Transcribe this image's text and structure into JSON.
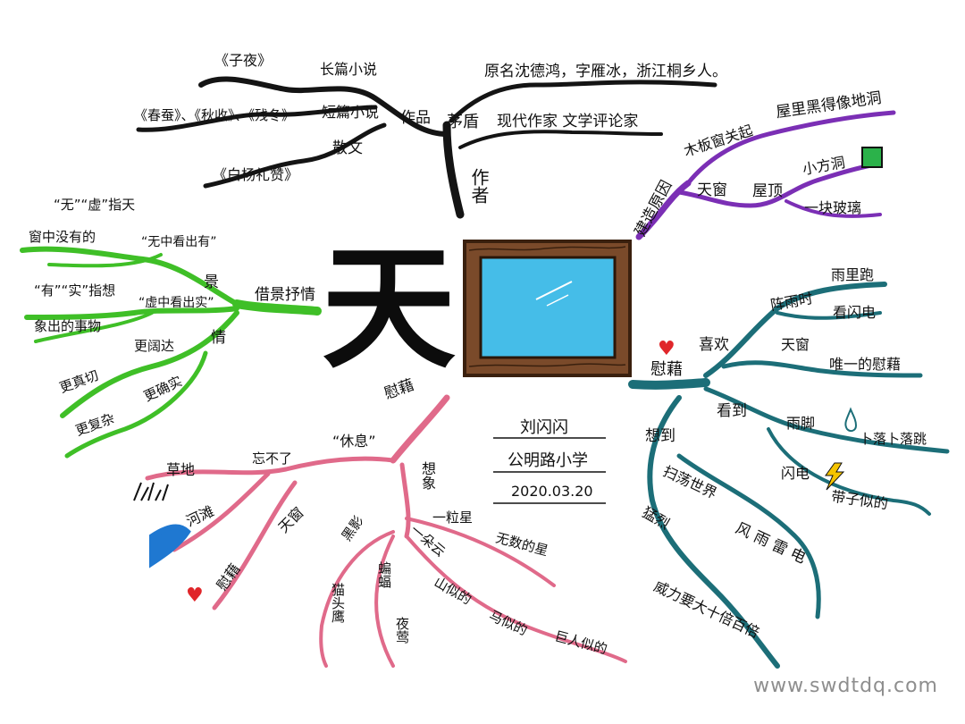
{
  "center": {
    "title": "天"
  },
  "colors": {
    "black": "#141414",
    "purple": "#7b2fb5",
    "green": "#3fbf27",
    "teal": "#1c6e78",
    "pink": "#e06a8a",
    "frame": "#7a4a2a",
    "sky": "#45bde8"
  },
  "info": {
    "author": "刘闪闪",
    "school": "公明路小学",
    "date": "2020.03.20"
  },
  "author_branch": {
    "root": "作者",
    "intro": "茅盾",
    "identity": "原名沈德鸿，字雁冰，浙江桐乡人。",
    "titles": "现代作家 文学评论家",
    "works": "作品",
    "novel": "长篇小说",
    "midnight": "《子夜》",
    "short": "短篇小说",
    "short_titles": "《春蚕》、《秋收》、《残冬》",
    "essay": "散文",
    "essay_title": "《白杨礼赞》"
  },
  "reason_branch": {
    "root": "建造原因",
    "cause": "木板窗关起",
    "effect": "屋里黑得像地洞",
    "window": "天窗",
    "roof": "屋顶",
    "hole": "小方洞",
    "glass": "一块玻璃"
  },
  "scene_branch": {
    "root": "借景抒情",
    "scene": "景",
    "feeling": "情",
    "virtual_label": "“无”“虚”指天",
    "virtual_desc": "窗中没有的",
    "virtual_imagine": "“无中看出有”",
    "real_label": "“有”“实”指想",
    "real_desc": "象出的事物",
    "real_imagine": "“虚中看出实”",
    "broad": "更阔达",
    "true": "更真切",
    "rich": "更复杂",
    "vivid": "更确实"
  },
  "comfort_branch": {
    "root": "慰藉",
    "like": "喜欢",
    "rain_time": "阵雨时",
    "rain_run": "雨里跑",
    "lightning_watch": "看闪电",
    "skywin": "天窗",
    "only_comfort": "唯一的慰藉",
    "see": "看到",
    "raindrops": "雨脚",
    "bounce": "卜落卜落跳",
    "lightning": "闪电",
    "snake": "带子似的",
    "think": "想到",
    "sweep": "扫荡世界",
    "fierce": "猛烈",
    "wind_rain": "风 雨 雷 电",
    "power": "威力要大十倍百倍"
  },
  "rest_branch": {
    "root": "慰藉",
    "rest": "“休息”",
    "forget": "忘不了",
    "grass": "草地",
    "river": "河滩",
    "skywin": "天窗",
    "comfort": "慰藉",
    "imagine": "想象",
    "star": "一粒星",
    "countless": "无数的星",
    "cloud": "一朵云",
    "mountain": "山似的",
    "horse": "马似的",
    "giant": "巨人似的",
    "black_shadow": "黑影",
    "bat": "蝙蝠",
    "owl": "猫头鹰",
    "nightbird": "夜莺"
  },
  "watermark": "www.swdtdq.com"
}
